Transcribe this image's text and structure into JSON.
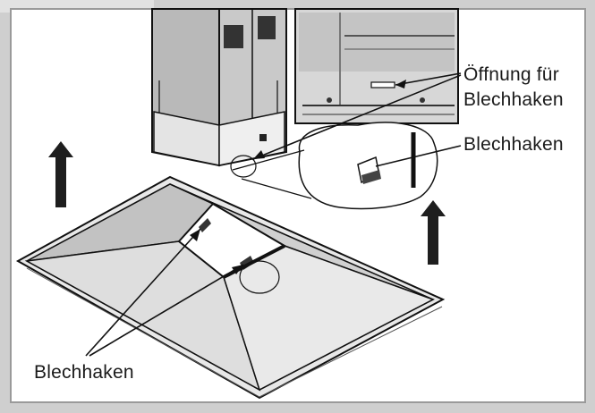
{
  "labels": {
    "opening_line_1": "Öffnung für",
    "opening_line_2": "Blechhaken",
    "hook_right": "Blechhaken",
    "hook_left": "Blechhaken"
  },
  "colors": {
    "frame_gray": "#c8c8c8",
    "hood_fill": "#d9d9d9",
    "chimney_fill": "#bdbdbd",
    "line": "#111111",
    "arrow": "#1e1e1e"
  }
}
